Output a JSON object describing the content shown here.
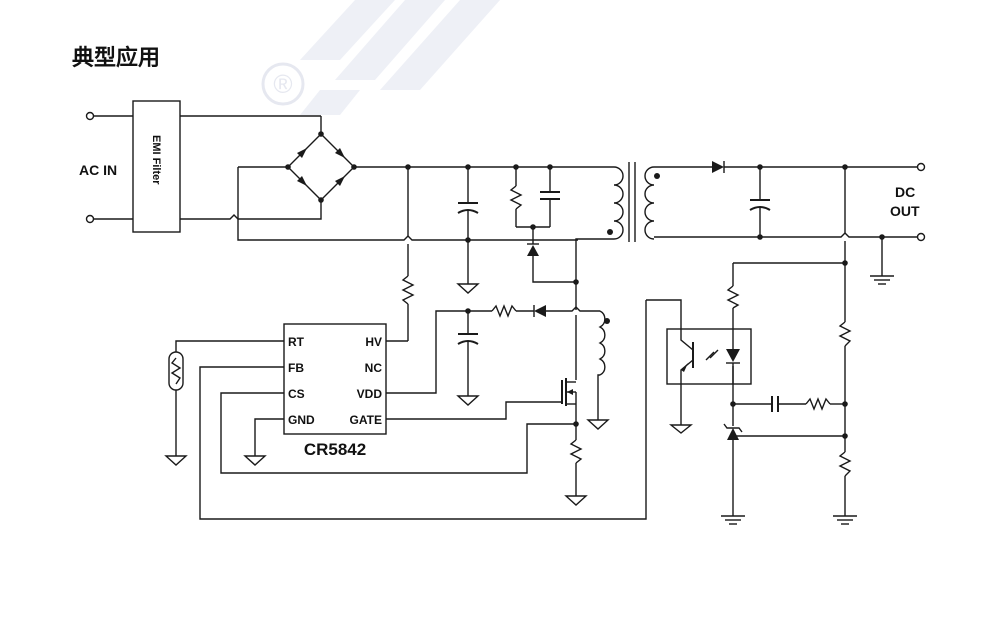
{
  "page": {
    "title": "典型应用"
  },
  "schematic": {
    "ac_in_label": "AC IN",
    "emi_filter_label": "EMI Filter",
    "dc_out_label_line1": "DC",
    "dc_out_label_line2": "OUT",
    "chip": {
      "name": "CR5842",
      "pins_left": [
        "RT",
        "FB",
        "CS",
        "GND"
      ],
      "pins_right": [
        "HV",
        "NC",
        "VDD",
        "GATE"
      ]
    },
    "watermark": {
      "symbol": "®"
    }
  }
}
